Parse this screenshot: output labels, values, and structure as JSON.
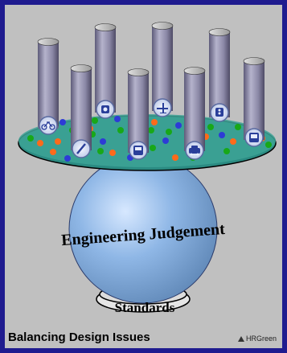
{
  "diagram": {
    "center_label": "Engineering Judgement",
    "base_label": "Standards",
    "colors": {
      "frame": "#1f1b8f",
      "panel": "#c0c0c0",
      "tray": "#2f8f86",
      "sphere": "#8fb7e6",
      "cylinder": "#8b88a6"
    },
    "cylinder_icons": [
      "bicycle-icon",
      "pipe-icon",
      "gear-icon",
      "bus-icon",
      "airplane-icon",
      "car-icon",
      "traffic-light-icon",
      "truck-icon"
    ]
  },
  "footer": {
    "title": "Balancing Design Issues",
    "logo_text": "HRGreen"
  }
}
